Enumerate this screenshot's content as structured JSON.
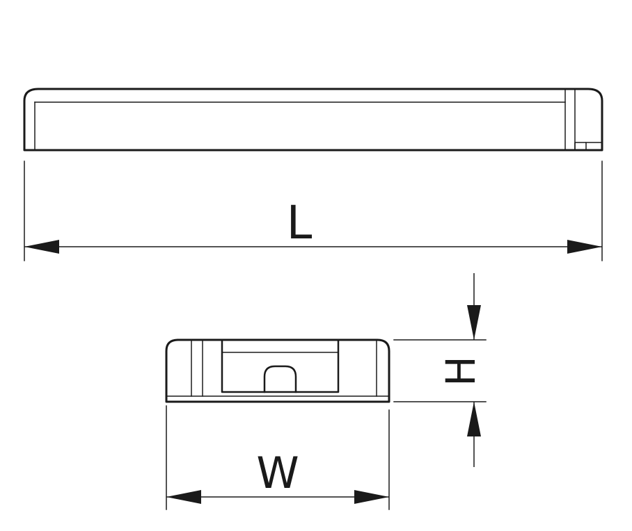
{
  "diagram": {
    "labels": {
      "length": "L",
      "width": "W",
      "height": "H"
    },
    "colors": {
      "line": "#1a1a1a",
      "background": "#ffffff"
    }
  }
}
